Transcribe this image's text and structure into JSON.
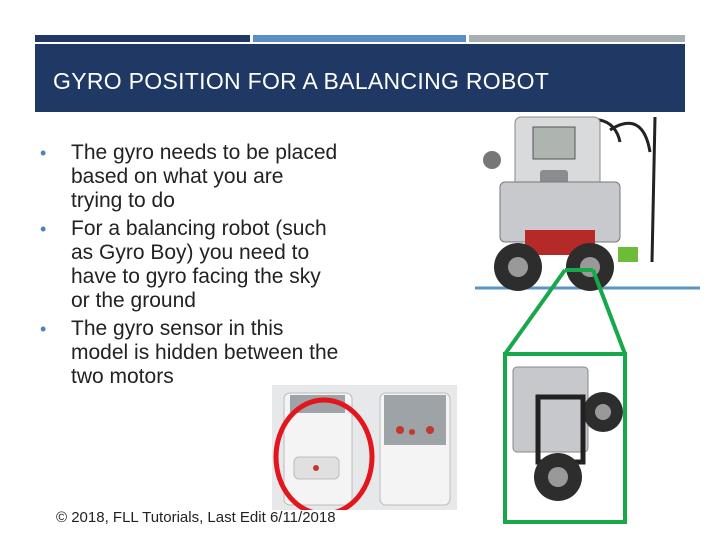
{
  "slide": {
    "title": "GYRO POSITION FOR A BALANCING ROBOT",
    "bullets": [
      "The gyro needs to be placed based on what you are trying to do",
      "For a balancing robot (such as Gyro Boy) you need to have to gyro facing the sky or the ground",
      "The gyro sensor in this model is hidden between the two motors"
    ],
    "footer": "© 2018, FLL Tutorials, Last Edit 6/11/2018"
  },
  "colors": {
    "title_bg": "#1f3864",
    "bullet": "#4f80bd",
    "highlight_red": "#e3161d",
    "highlight_green": "#17a84a"
  },
  "icons": [
    "robot-photo",
    "gyro-sensor-photo",
    "robot-underside-photo"
  ]
}
